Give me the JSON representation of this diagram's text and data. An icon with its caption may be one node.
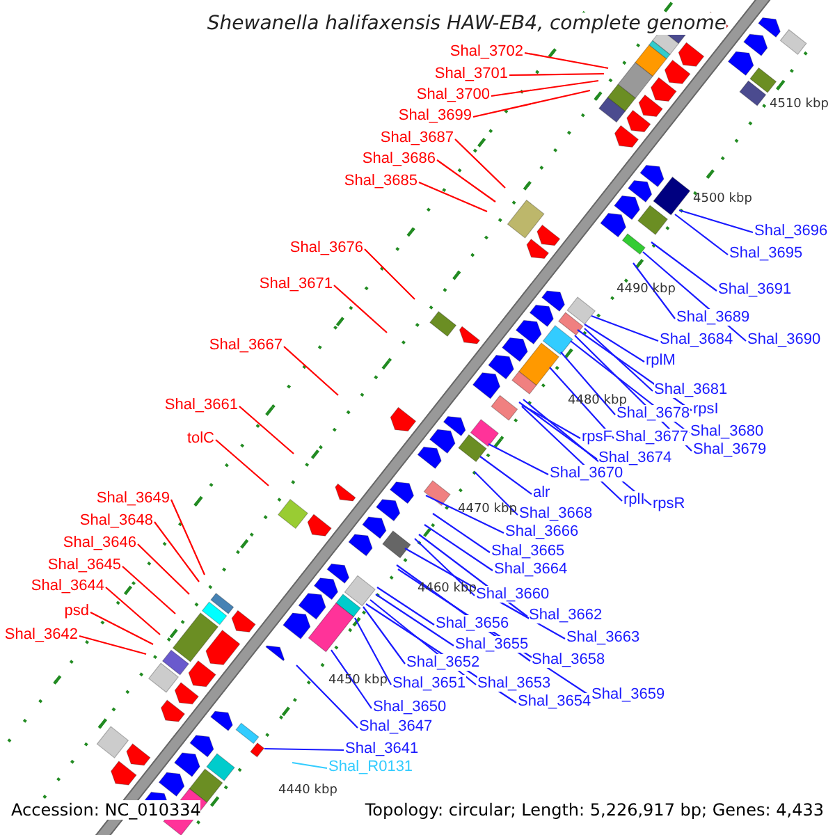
{
  "diagram": {
    "title": "Shewanella halifaxensis HAW-EB4, complete genome",
    "nodes": [
      {
        "text": [
          "Shal_3702"
        ]
      },
      {
        "text": [
          "Shal_3701"
        ]
      },
      {
        "text": [
          "Shal_3700"
        ]
      },
      {
        "text": [
          "Shal_3699"
        ]
      },
      {
        "text": [
          "Shal_3687"
        ]
      },
      {
        "text": [
          "Shal_3686"
        ]
      },
      {
        "text": [
          "Shal_3685"
        ]
      },
      {
        "text": [
          "Shal_3676"
        ]
      },
      {
        "text": [
          "Shal_3671"
        ]
      },
      {
        "text": [
          "Shal_3667"
        ]
      },
      {
        "text": [
          "Shal_3661"
        ]
      },
      {
        "text": [
          "tolC"
        ]
      },
      {
        "text": [
          "Shal_3649"
        ]
      },
      {
        "text": [
          "Shal_3648"
        ]
      },
      {
        "text": [
          "Shal_3646"
        ]
      },
      {
        "text": [
          "Shal_3645"
        ]
      },
      {
        "text": [
          "Shal_3644"
        ]
      },
      {
        "text": [
          "psd"
        ]
      },
      {
        "text": [
          "Shal_3642"
        ]
      },
      {
        "text": [
          "Shal_3696"
        ]
      },
      {
        "text": [
          "Shal_3695"
        ]
      },
      {
        "text": [
          "Shal_3691"
        ]
      },
      {
        "text": [
          "Shal_3689"
        ]
      },
      {
        "text": [
          "Shal_3690"
        ]
      },
      {
        "text": [
          "Shal_3684"
        ]
      },
      {
        "text": [
          "rplM"
        ]
      },
      {
        "text": [
          "Shal_3681"
        ]
      },
      {
        "text": [
          "rpsI"
        ]
      },
      {
        "text": [
          "Shal_3678"
        ]
      },
      {
        "text": [
          "Shal_3680"
        ]
      },
      {
        "text": [
          "Shal_3677"
        ]
      },
      {
        "text": [
          "Shal_3679"
        ]
      },
      {
        "text": [
          "rpsF"
        ]
      },
      {
        "text": [
          "Shal_3674"
        ]
      },
      {
        "text": [
          "Shal_3670"
        ]
      },
      {
        "text": [
          "rplI"
        ]
      },
      {
        "text": [
          "rpsR"
        ]
      },
      {
        "text": [
          "alr"
        ]
      },
      {
        "text": [
          "Shal_3668"
        ]
      },
      {
        "text": [
          "Shal_3666"
        ]
      },
      {
        "text": [
          "Shal_3665"
        ]
      },
      {
        "text": [
          "Shal_3664"
        ]
      },
      {
        "text": [
          "Shal_3660"
        ]
      },
      {
        "text": [
          "Shal_3662"
        ]
      },
      {
        "text": [
          "Shal_3663"
        ]
      },
      {
        "text": [
          "Shal_3656"
        ]
      },
      {
        "text": [
          "Shal_3655"
        ]
      },
      {
        "text": [
          "Shal_3658"
        ]
      },
      {
        "text": [
          "Shal_3659"
        ]
      },
      {
        "text": [
          "Shal_3652"
        ]
      },
      {
        "text": [
          "Shal_3653"
        ]
      },
      {
        "text": [
          "Shal_3651"
        ]
      },
      {
        "text": [
          "Shal_3654"
        ]
      },
      {
        "text": [
          "Shal_3650"
        ]
      },
      {
        "text": [
          "Shal_3647"
        ]
      },
      {
        "text": [
          "Shal_3641"
        ]
      },
      {
        "text": [
          "Shal_R0131"
        ]
      }
    ],
    "edges": [
      {
        "from": 0,
        "to": null,
        "arrow": "none",
        "color": "#ff0000"
      },
      {
        "from": 1,
        "to": null,
        "arrow": "none",
        "color": "#ff0000"
      },
      {
        "from": 2,
        "to": null,
        "arrow": "none",
        "color": "#ff0000"
      },
      {
        "from": 3,
        "to": null,
        "arrow": "none",
        "color": "#ff0000"
      },
      {
        "from": 4,
        "to": null,
        "arrow": "none",
        "color": "#ff0000"
      },
      {
        "from": 5,
        "to": null,
        "arrow": "none",
        "color": "#ff0000"
      },
      {
        "from": 6,
        "to": null,
        "arrow": "none",
        "color": "#ff0000"
      },
      {
        "from": 7,
        "to": null,
        "arrow": "none",
        "color": "#ff0000"
      },
      {
        "from": 8,
        "to": null,
        "arrow": "none",
        "color": "#ff0000"
      },
      {
        "from": 9,
        "to": null,
        "arrow": "none",
        "color": "#ff0000"
      },
      {
        "from": 10,
        "to": null,
        "arrow": "none",
        "color": "#ff0000"
      },
      {
        "from": 11,
        "to": null,
        "arrow": "none",
        "color": "#ff0000"
      },
      {
        "from": 12,
        "to": null,
        "arrow": "none",
        "color": "#ff0000"
      },
      {
        "from": 13,
        "to": null,
        "arrow": "none",
        "color": "#ff0000"
      },
      {
        "from": 14,
        "to": null,
        "arrow": "none",
        "color": "#ff0000"
      },
      {
        "from": 15,
        "to": null,
        "arrow": "none",
        "color": "#ff0000"
      },
      {
        "from": 16,
        "to": null,
        "arrow": "none",
        "color": "#ff0000"
      },
      {
        "from": 17,
        "to": null,
        "arrow": "none",
        "color": "#ff0000"
      },
      {
        "from": 18,
        "to": null,
        "arrow": "none",
        "color": "#ff0000"
      },
      {
        "from": 19,
        "to": null,
        "arrow": "none"
      },
      {
        "from": 20,
        "to": null,
        "arrow": "none"
      },
      {
        "from": 21,
        "to": null,
        "arrow": "none"
      },
      {
        "from": 22,
        "to": null,
        "arrow": "none"
      },
      {
        "from": 23,
        "to": null,
        "arrow": "none"
      },
      {
        "from": 24,
        "to": null,
        "arrow": "none"
      },
      {
        "from": 25,
        "to": null,
        "arrow": "none"
      },
      {
        "from": 26,
        "to": null,
        "arrow": "none"
      },
      {
        "from": 27,
        "to": null,
        "arrow": "none"
      },
      {
        "from": 28,
        "to": null,
        "arrow": "none"
      },
      {
        "from": 29,
        "to": null,
        "arrow": "none"
      },
      {
        "from": 30,
        "to": null,
        "arrow": "none"
      },
      {
        "from": 31,
        "to": null,
        "arrow": "none"
      },
      {
        "from": 32,
        "to": null,
        "arrow": "none"
      },
      {
        "from": 33,
        "to": null,
        "arrow": "none"
      },
      {
        "from": 34,
        "to": null,
        "arrow": "none"
      },
      {
        "from": 35,
        "to": null,
        "arrow": "none"
      },
      {
        "from": 36,
        "to": null,
        "arrow": "none"
      },
      {
        "from": 37,
        "to": null,
        "arrow": "none"
      },
      {
        "from": 38,
        "to": null,
        "arrow": "none"
      },
      {
        "from": 39,
        "to": null,
        "arrow": "none"
      },
      {
        "from": 40,
        "to": null,
        "arrow": "none"
      },
      {
        "from": 41,
        "to": null,
        "arrow": "none"
      },
      {
        "from": 42,
        "to": null,
        "arrow": "none"
      },
      {
        "from": 43,
        "to": null,
        "arrow": "none"
      },
      {
        "from": 44,
        "to": null,
        "arrow": "none"
      },
      {
        "from": 45,
        "to": null,
        "arrow": "none"
      },
      {
        "from": 46,
        "to": null,
        "arrow": "none"
      },
      {
        "from": 47,
        "to": null,
        "arrow": "none"
      },
      {
        "from": 48,
        "to": null,
        "arrow": "none"
      },
      {
        "from": 49,
        "to": null,
        "arrow": "none"
      },
      {
        "from": 50,
        "to": null,
        "arrow": "none"
      },
      {
        "from": 51,
        "to": null,
        "arrow": "none"
      },
      {
        "from": 52,
        "to": null,
        "arrow": "none"
      },
      {
        "from": 53,
        "to": null,
        "arrow": "none"
      },
      {
        "from": 54,
        "to": null,
        "arrow": "none"
      },
      {
        "from": 55,
        "to": null,
        "arrow": "none"
      },
      {
        "from": 56,
        "to": null,
        "arrow": "none",
        "color": "#33ccff"
      }
    ],
    "labels": [
      "4510 kbp",
      "4500 kbp",
      "4490 kbp",
      "4480 kbp",
      "4470 kbp",
      "4460 kbp",
      "4450 kbp",
      "4440 kbp",
      "Accession: NC_010334",
      "Topology: circular; Length: 5,226,917 bp; Genes: 4,433"
    ]
  }
}
